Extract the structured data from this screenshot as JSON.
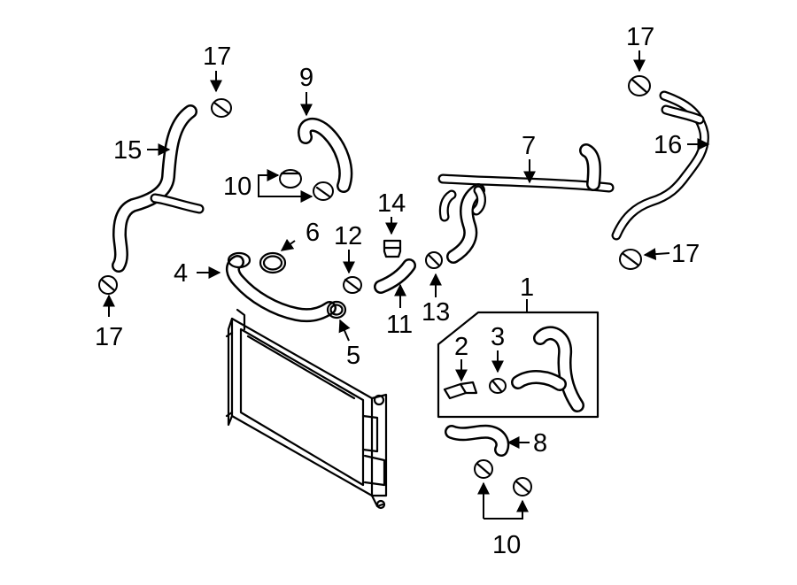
{
  "diagram": {
    "callouts": {
      "c1": "1",
      "c2": "2",
      "c3": "3",
      "c4": "4",
      "c5": "5",
      "c6": "6",
      "c7": "7",
      "c8": "8",
      "c9": "9",
      "c10_top": "10",
      "c10_bottom": "10",
      "c11": "11",
      "c12": "12",
      "c13": "13",
      "c14": "14",
      "c15": "15",
      "c16": "16",
      "c17_tl": "17",
      "c17_bl": "17",
      "c17_tr": "17",
      "c17_br": "17"
    }
  }
}
